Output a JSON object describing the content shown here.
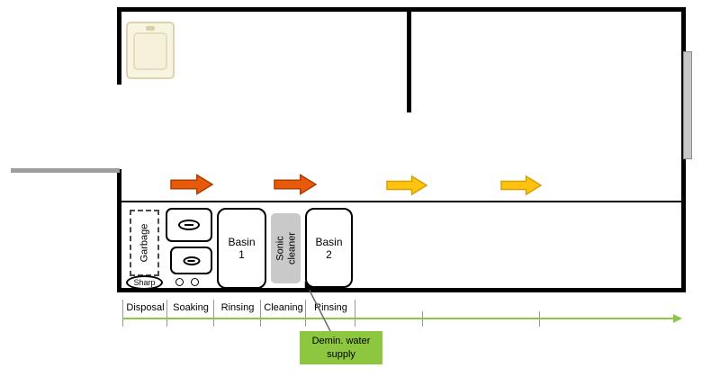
{
  "diagram": {
    "equipment": {
      "garbage": "Garbage",
      "sharp": "Sharp",
      "soaking_sinks": "",
      "basin1": "Basin 1",
      "sonic_cleaner": "Sonic cleaner",
      "basin2": "Basin 2"
    },
    "process_zones": [
      "Disposal",
      "Soaking",
      "Rinsing",
      "Cleaning",
      "Rinsing"
    ],
    "callout": "Demin. water supply",
    "colors": {
      "wall": "#000000",
      "arrow_orange_fill": "#e8590c",
      "arrow_orange_stroke": "#a83c00",
      "arrow_yellow_fill": "#ffc20e",
      "arrow_yellow_stroke": "#d89c00",
      "timeline_green": "#8dc63f",
      "callout_bg": "#8dc63f",
      "sonic_fill": "#c9c9c9",
      "sink_fill": "#f8f4e2",
      "sink_stroke": "#ddd3ae",
      "door_gray": "#c8c8c8",
      "entry_wall_gray": "#9e9e9e"
    }
  }
}
